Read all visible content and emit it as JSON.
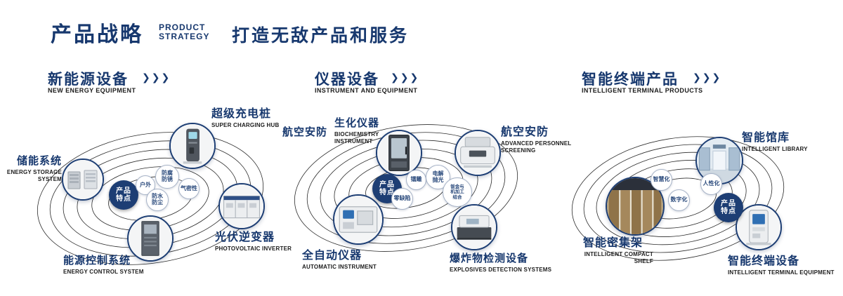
{
  "colors": {
    "accent_navy": "#17386e"
  },
  "icons": {
    "chevrons": "❯❯❯"
  },
  "header": {
    "title_cn": "产品战略",
    "title_en_lines": [
      "PRODUCT",
      "STRATEGY"
    ],
    "slogan": "打造无敌产品和服务"
  },
  "sections": [
    {
      "title_cn": "新能源设备",
      "title_en": "NEW ENERGY EQUIPMENT",
      "center": {
        "line1": "产品",
        "line2": "特点"
      },
      "features": [
        {
          "lines": [
            "户外"
          ]
        },
        {
          "lines": [
            "防腐",
            "防锈"
          ]
        },
        {
          "lines": [
            "气密性"
          ]
        },
        {
          "lines": [
            "防水",
            "防尘"
          ]
        }
      ],
      "nodes": [
        {
          "cn": "储能系统",
          "en_lines": [
            "ENERGY STORAGE",
            "SYSTEM"
          ]
        },
        {
          "cn": "超级充电桩",
          "en_lines": [
            "SUPER CHARGING HUB"
          ]
        },
        {
          "cn": "光伏逆变器",
          "en_lines": [
            "PHOTOVOLTAIC INVERTER"
          ]
        },
        {
          "cn": "能源控制系统",
          "en_lines": [
            "ENERGY CONTROL SYSTEM"
          ]
        }
      ]
    },
    {
      "title_cn": "仪器设备",
      "title_en": "INSTRUMENT AND EQUIPMENT",
      "extra_label": "航空安防",
      "center": {
        "line1": "产品",
        "line2": "特点"
      },
      "features": [
        {
          "lines": [
            "镭雕"
          ]
        },
        {
          "lines": [
            "电解",
            "抛光"
          ]
        },
        {
          "lines": [
            "钣金与",
            "机加工",
            "结合"
          ]
        },
        {
          "lines": [
            "零缺陷"
          ]
        }
      ],
      "nodes": [
        {
          "cn": "生化仪器",
          "en_lines": [
            "BIOCHEMISTRY",
            "INSTRUMENT"
          ]
        },
        {
          "cn": "航空安防",
          "en_lines": [
            "ADVANCED PERSONNEL",
            "SCREENING"
          ]
        },
        {
          "cn": "全自动仪器",
          "en_lines": [
            "AUTOMATIC INSTRUMENT"
          ]
        },
        {
          "cn": "爆炸物检测设备",
          "en_lines": [
            "EXPLOSIVES DETECTION SYSTEMS"
          ]
        }
      ]
    },
    {
      "title_cn": "智能终端产品",
      "title_en": "INTELLIGENT TERMINAL PRODUCTS",
      "center": {
        "line1": "产品",
        "line2": "特点"
      },
      "features": [
        {
          "lines": [
            "智慧化"
          ]
        },
        {
          "lines": [
            "人性化"
          ]
        },
        {
          "lines": [
            "数字化"
          ]
        }
      ],
      "nodes": [
        {
          "cn": "智能馆库",
          "en_lines": [
            "INTELLIGENT LIBRARY"
          ]
        },
        {
          "cn": "智能密集架",
          "en_lines": [
            "INTELLIGENT COMPACT",
            "SHELF"
          ]
        },
        {
          "cn": "智能终端设备",
          "en_lines": [
            "INTELLIGENT TERMINAL EQUIPMENT"
          ]
        }
      ]
    }
  ]
}
